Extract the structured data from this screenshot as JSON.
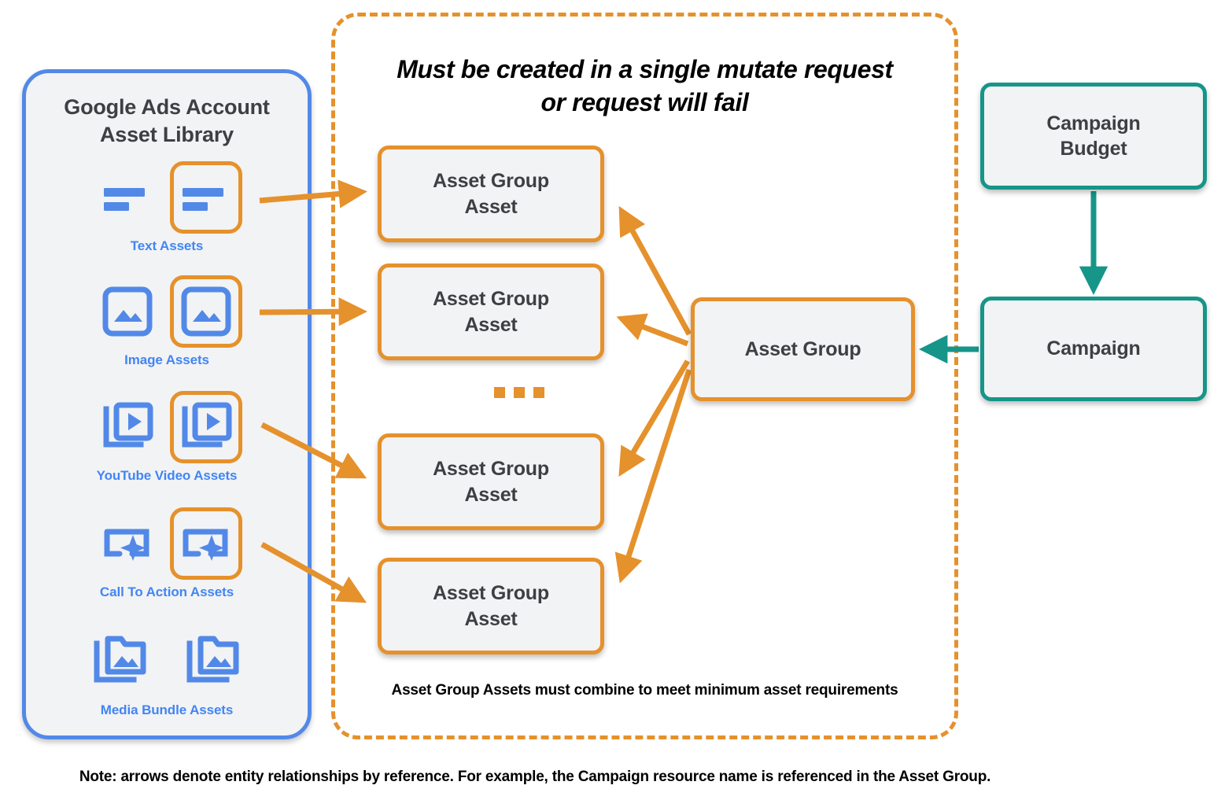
{
  "library": {
    "title": "Google Ads Account\nAsset Library",
    "title_line1": "Google Ads Account",
    "title_line2": "Asset Library",
    "border_color": "#5289e8",
    "fill_color": "#f2f3f4",
    "assets": [
      {
        "caption": "Text Assets",
        "icon": "text-asset-icon",
        "count": 2,
        "highlighted_index": 1
      },
      {
        "caption": "Image Assets",
        "icon": "image-asset-icon",
        "count": 2,
        "highlighted_index": 1
      },
      {
        "caption": "YouTube Video  Assets",
        "icon": "video-asset-icon",
        "count": 2,
        "highlighted_index": 1
      },
      {
        "caption": "Call To Action Assets",
        "icon": "call-to-action-asset-icon",
        "count": 2,
        "highlighted_index": 1
      },
      {
        "caption": "Media Bundle  Assets",
        "icon": "media-bundle-asset-icon",
        "count": 2,
        "highlighted_index": -1
      }
    ]
  },
  "mutate_container": {
    "title_line1": "Must be created in a single mutate request",
    "title_line2": "or request will fail",
    "footnote": "Asset Group Assets must combine to meet minimum asset requirements",
    "border_color": "#e5912c",
    "border_style": "dashed"
  },
  "nodes": {
    "asset_group_assets": [
      {
        "label_line1": "Asset Group",
        "label_line2": "Asset"
      },
      {
        "label_line1": "Asset Group",
        "label_line2": "Asset"
      },
      {
        "label_line1": "Asset Group",
        "label_line2": "Asset"
      },
      {
        "label_line1": "Asset Group",
        "label_line2": "Asset"
      }
    ],
    "asset_group": {
      "label": "Asset Group",
      "color": "#e5912c"
    },
    "campaign_budget": {
      "label_line1": "Campaign",
      "label_line2": "Budget",
      "color": "#169589"
    },
    "campaign": {
      "label": "Campaign",
      "color": "#169589"
    }
  },
  "ellipsis": {
    "symbol": "...",
    "color": "#e5912c"
  },
  "page_note": "Note: arrows denote entity relationships by reference. For example, the Campaign resource name is referenced in the Asset Group.",
  "colors": {
    "orange": "#e5912c",
    "teal": "#169589",
    "blue": "#5289e8",
    "node_fill": "#f2f3f4",
    "text_dark": "#3c4043"
  }
}
